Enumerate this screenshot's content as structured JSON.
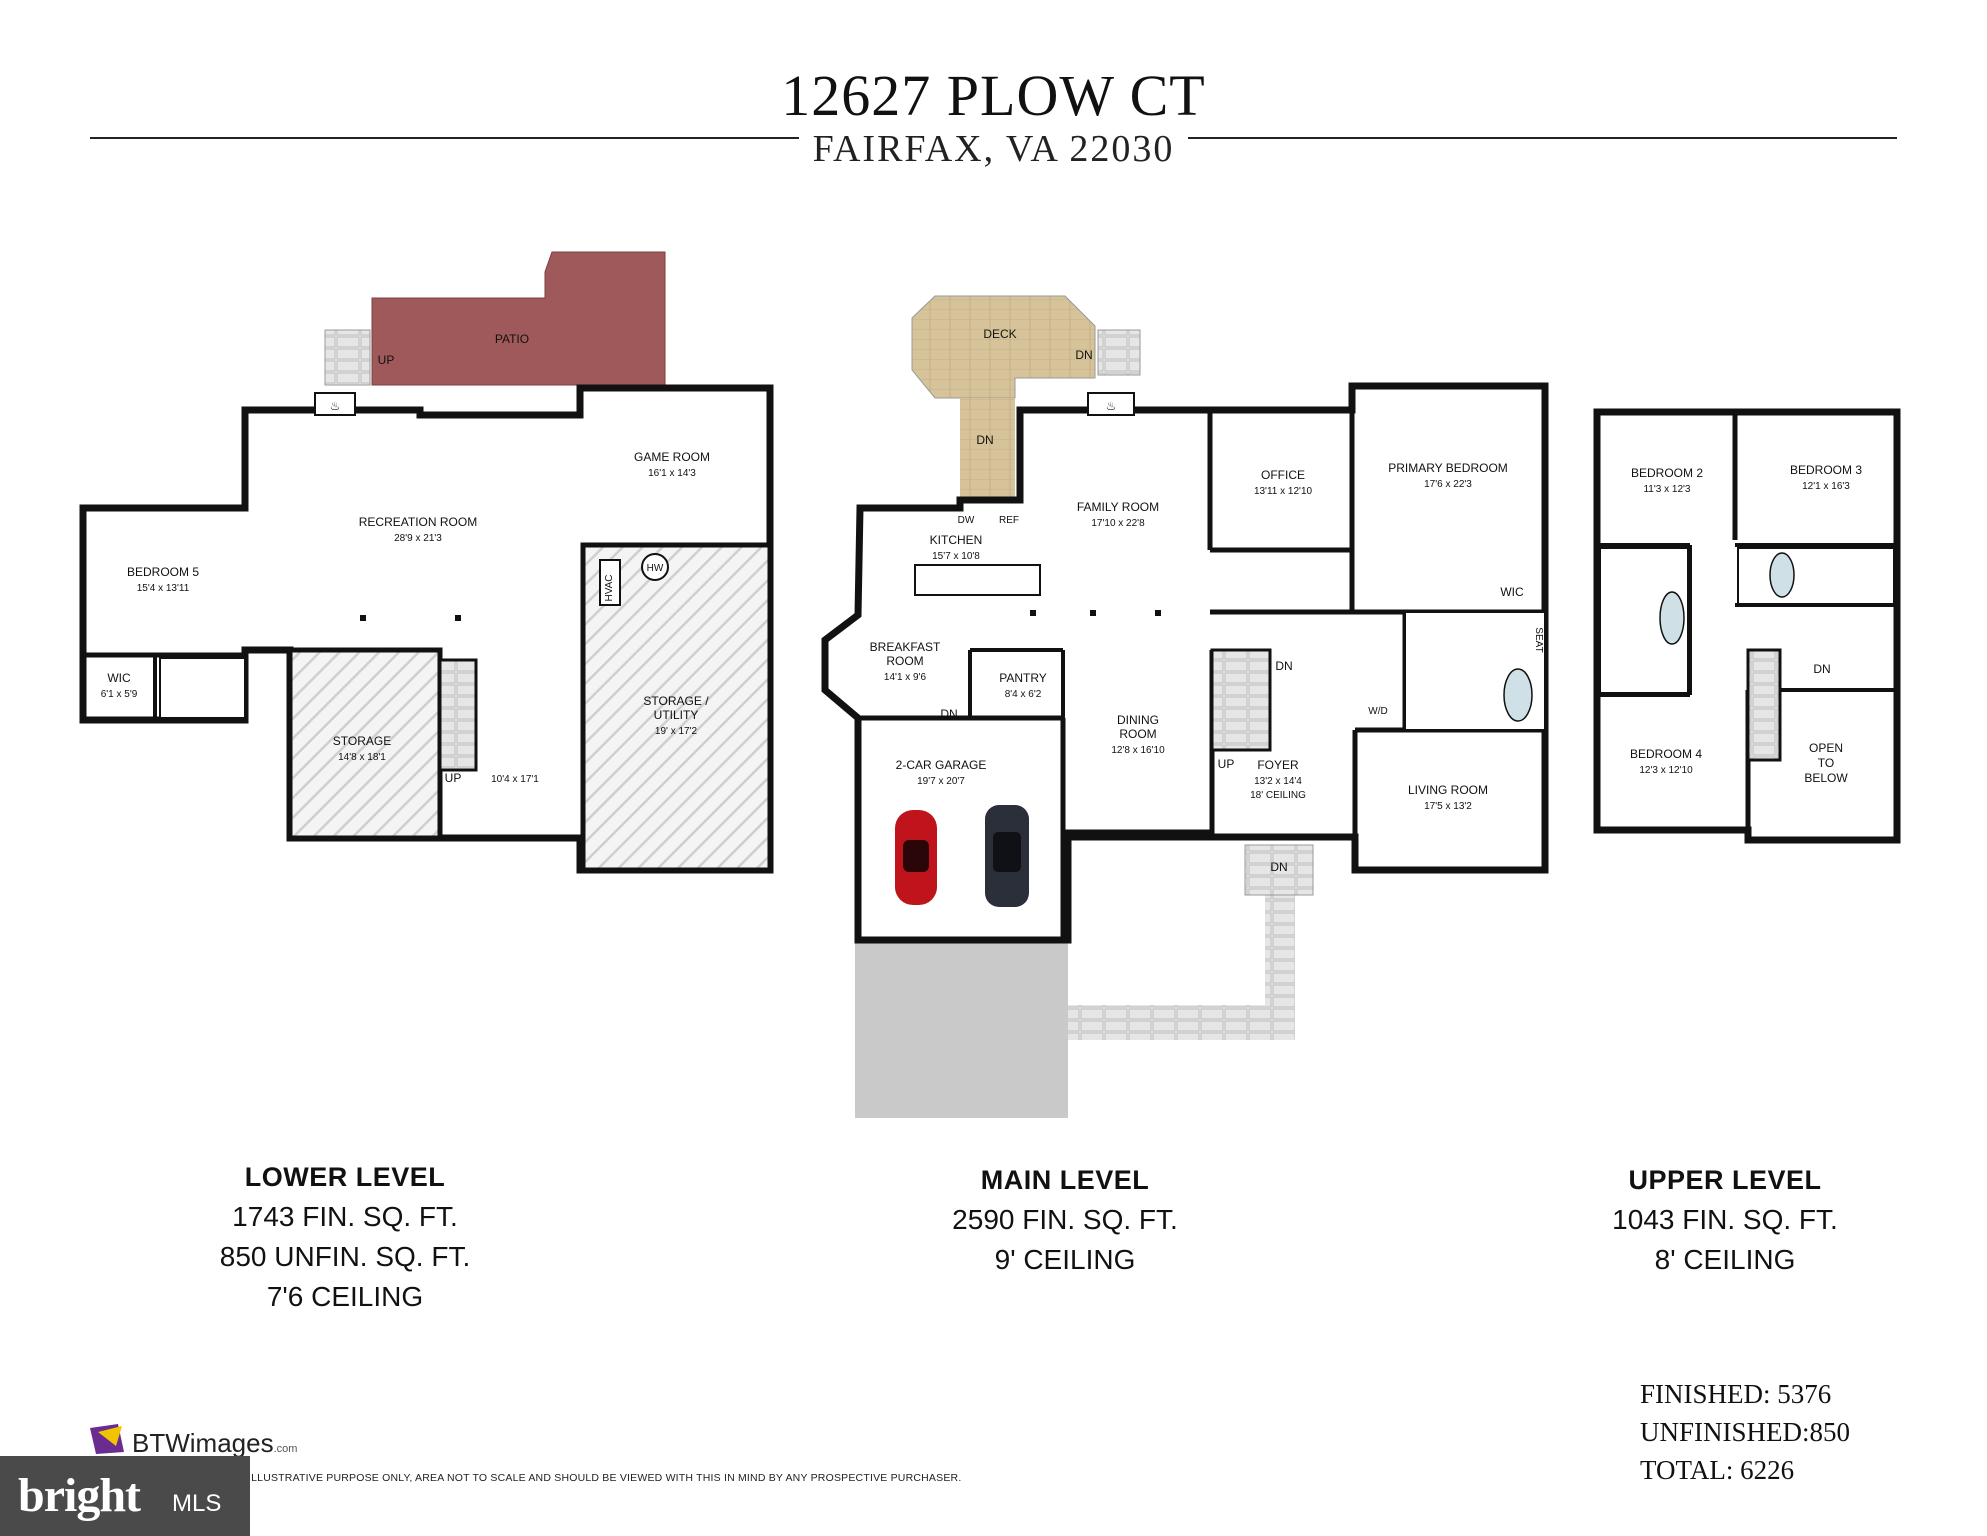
{
  "header": {
    "address": "12627 PLOW CT",
    "city": "FAIRFAX, VA 22030"
  },
  "lower_level": {
    "name": "LOWER LEVEL",
    "line1": "1743 FIN. SQ. FT.",
    "line2": "850 UNFIN. SQ. FT.",
    "line3": "7'6 CEILING",
    "rooms": {
      "patio": "PATIO",
      "up": "UP",
      "game_room": "GAME ROOM",
      "game_room_dim": "16'1 x 14'3",
      "recreation_room": "RECREATION ROOM",
      "recreation_room_dim": "28'9 x 21'3",
      "bedroom5": "BEDROOM 5",
      "bedroom5_dim": "15'4 x 13'11",
      "wic": "WIC",
      "wic_dim": "6'1 x 5'9",
      "hvac": "HVAC",
      "hw": "HW",
      "storage": "STORAGE",
      "storage_dim": "14'8 x 18'1",
      "storage_utility": "STORAGE /",
      "storage_utility2": "UTILITY",
      "storage_utility_dim": "19' x 17'2",
      "up2": "UP",
      "hall_dim": "10'4 x 17'1"
    }
  },
  "main_level": {
    "name": "MAIN LEVEL",
    "line1": "2590 FIN. SQ. FT.",
    "line2": "9' CEILING",
    "rooms": {
      "deck": "DECK",
      "dn_deck": "DN",
      "dn_stair": "DN",
      "family_room": "FAMILY ROOM",
      "family_room_dim": "17'10 x 22'8",
      "dw": "DW",
      "ref": "REF",
      "kitchen": "KITCHEN",
      "kitchen_dim": "15'7 x 10'8",
      "office": "OFFICE",
      "office_dim": "13'11 x 12'10",
      "primary_bedroom": "PRIMARY BEDROOM",
      "primary_bedroom_dim": "17'6 x 22'3",
      "wic": "WIC",
      "seat": "SEAT",
      "breakfast": "BREAKFAST",
      "breakfast2": "ROOM",
      "breakfast_dim": "14'1 x 9'6",
      "pantry": "PANTRY",
      "pantry_dim": "8'4 x 6'2",
      "dn_garage": "DN",
      "dining": "DINING",
      "dining2": "ROOM",
      "dining_dim": "12'8 x 16'10",
      "dn_foyer": "DN",
      "up_foyer": "UP",
      "foyer": "FOYER",
      "foyer_dim": "13'2 x 14'4",
      "foyer_ceiling": "18' CEILING",
      "wd": "W/D",
      "living_room": "LIVING ROOM",
      "living_room_dim": "17'5 x 13'2",
      "garage": "2-CAR GARAGE",
      "garage_dim": "19'7 x 20'7",
      "dn_front": "DN"
    }
  },
  "upper_level": {
    "name": "UPPER LEVEL",
    "line1": "1043 FIN. SQ. FT.",
    "line2": "8' CEILING",
    "rooms": {
      "bedroom2": "BEDROOM 2",
      "bedroom2_dim": "11'3 x 12'3",
      "bedroom3": "BEDROOM 3",
      "bedroom3_dim": "12'1 x 16'3",
      "dn": "DN",
      "bedroom4": "BEDROOM 4",
      "bedroom4_dim": "12'3 x 12'10",
      "open1": "OPEN",
      "open2": "TO",
      "open3": "BELOW"
    }
  },
  "totals": {
    "finished_label": "FINISHED:",
    "finished_value": "5376",
    "unfinished_label": "UNFINISHED:",
    "unfinished_value": "850",
    "total_label": "TOTAL:",
    "total_value": "6226"
  },
  "footer": {
    "logo_text": "BTWimages",
    "logo_suffix": ".com",
    "disclaimer": "ILLUSTRATIVE PURPOSE ONLY, AREA NOT TO SCALE AND SHOULD BE VIEWED WITH THIS IN MIND BY ANY PROSPECTIVE PURCHASER.",
    "watermark_word": "bright",
    "watermark_mls": "MLS"
  },
  "colors": {
    "wall": "#111111",
    "patio": "#a0595a",
    "deck": "#d8c7a0",
    "driveway": "#c9c9c9",
    "hatch": "#d0d0d0",
    "car_red": "#c0141c",
    "car_dark": "#2b2f3a"
  }
}
